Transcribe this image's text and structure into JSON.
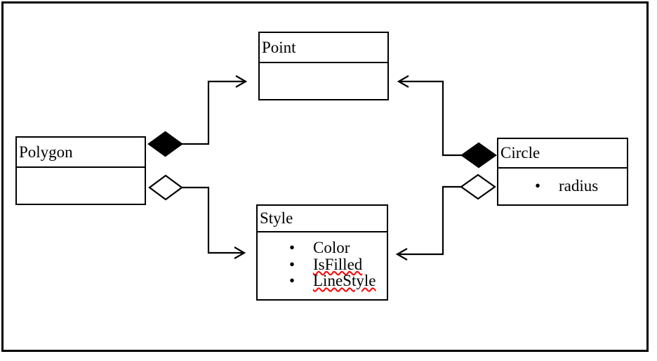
{
  "diagram": {
    "kind": "UML class diagram",
    "bullet": "•",
    "colors": {
      "line": "#000000",
      "background": "#ffffff",
      "spellcheck": "#fe0000"
    },
    "classes": {
      "point": {
        "title": "Point",
        "attributes": []
      },
      "polygon": {
        "title": "Polygon",
        "attributes": []
      },
      "circle": {
        "title": "Circle",
        "attributes": [
          {
            "name": "radius",
            "misspelled": false
          }
        ]
      },
      "style": {
        "title": "Style",
        "attributes": [
          {
            "name": "Color",
            "misspelled": false
          },
          {
            "name": "IsFilled",
            "misspelled": true
          },
          {
            "name": "LineStyle",
            "misspelled": true
          }
        ]
      }
    },
    "relationships": [
      {
        "from": "Polygon",
        "to": "Point",
        "type": "composition",
        "diamond": "filled",
        "diamond_at": "Polygon"
      },
      {
        "from": "Polygon",
        "to": "Style",
        "type": "aggregation",
        "diamond": "hollow",
        "diamond_at": "Polygon"
      },
      {
        "from": "Circle",
        "to": "Point",
        "type": "composition",
        "diamond": "filled",
        "diamond_at": "Circle"
      },
      {
        "from": "Circle",
        "to": "Style",
        "type": "aggregation",
        "diamond": "hollow",
        "diamond_at": "Circle"
      }
    ]
  }
}
